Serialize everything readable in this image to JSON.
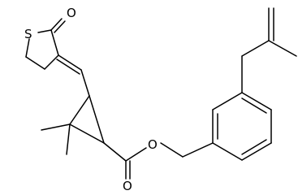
{
  "molecule": {
    "atoms": [
      {
        "id": "S1",
        "label": "S"
      },
      {
        "id": "O1",
        "label": "O"
      },
      {
        "id": "O2",
        "label": "O"
      },
      {
        "id": "O3",
        "label": "O"
      }
    ]
  }
}
